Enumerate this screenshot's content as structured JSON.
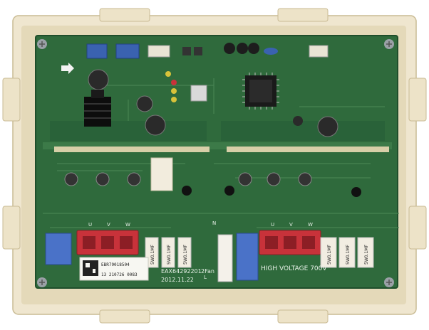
{
  "board": {
    "part_number": "EAX64292201",
    "revision": "2Fan",
    "date": "2012.11.22",
    "warning": "HIGH VOLTAGE 700V",
    "n_label": "N",
    "l_label": "L"
  },
  "sticker": {
    "line1": "EBR79018504",
    "line2": "13 210726 0083"
  },
  "terminal_labels": [
    "U",
    "V",
    "W",
    "U",
    "V",
    "W"
  ],
  "capacitor_labels": [
    "5W0.1MF",
    "5W0.1MF",
    "5W0.1MF",
    "5W0.1MF",
    "5W0.1MF",
    "5W0.1MF"
  ],
  "colors": {
    "pcb": "#2f6a3c",
    "pcb_dark": "#1f4e2b",
    "case": "#efe6cf",
    "case_shadow": "#d6c9a5",
    "connector_red": "#c8323a",
    "connector_blue": "#3a62b0",
    "relay_blue": "#4a72c8",
    "silk": "#e8f1e8"
  }
}
